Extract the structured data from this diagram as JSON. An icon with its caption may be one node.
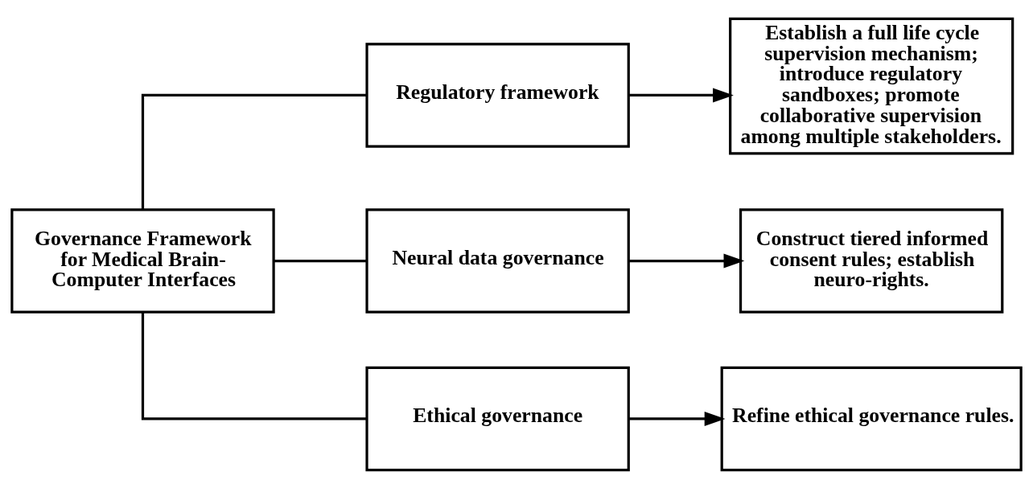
{
  "diagram": {
    "nodes": [
      {
        "text": [
          "Governance Framework for Medical Brain-Computer Interfaces"
        ]
      },
      {
        "text": [
          "Regulatory framework"
        ]
      },
      {
        "text": [
          "Neural data governance"
        ]
      },
      {
        "text": [
          "Ethical governance"
        ]
      },
      {
        "text": [
          "Establish a full life cycle supervision mechanism; introduce regulatory sandboxes; promote collaborative supervision among multiple stakeholders."
        ]
      },
      {
        "text": [
          "Construct tiered informed consent rules; establish neuro-rights."
        ]
      },
      {
        "text": [
          "Refine ethical governance rules."
        ]
      }
    ],
    "edges": [
      {
        "from": 0,
        "to": 1,
        "arrow": "none"
      },
      {
        "from": 0,
        "to": 2,
        "arrow": "none"
      },
      {
        "from": 0,
        "to": 3,
        "arrow": "none"
      },
      {
        "from": 1,
        "to": 4,
        "arrow": "to"
      },
      {
        "from": 2,
        "to": 5,
        "arrow": "to"
      },
      {
        "from": 3,
        "to": 6,
        "arrow": "to"
      }
    ]
  }
}
